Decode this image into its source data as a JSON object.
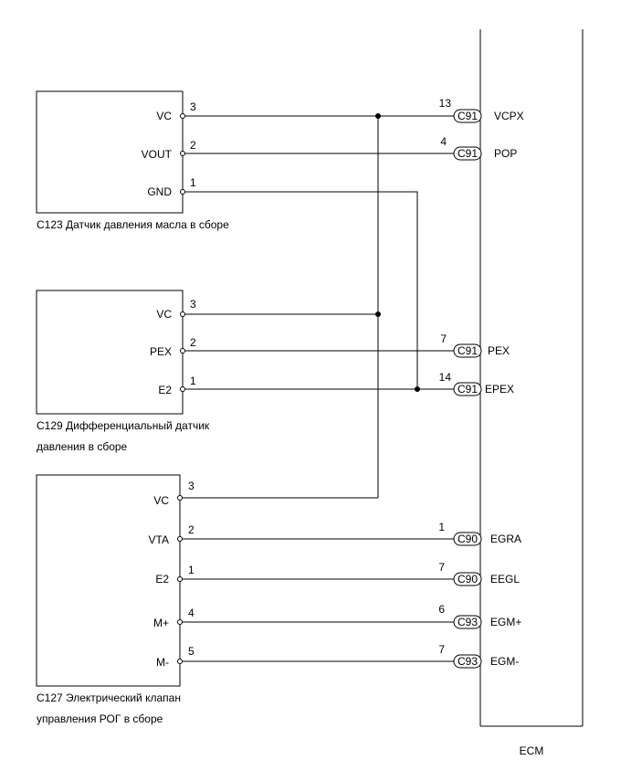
{
  "ecm": {
    "label": "ECM"
  },
  "components": [
    {
      "id": "c123",
      "caption": [
        "C123 Датчик давления масла в сборе"
      ],
      "pins": [
        {
          "name": "VC",
          "number": "3"
        },
        {
          "name": "VOUT",
          "number": "2"
        },
        {
          "name": "GND",
          "number": "1"
        }
      ]
    },
    {
      "id": "c129",
      "caption": [
        "C129 Дифференциальный датчик",
        "давления в сборе"
      ],
      "pins": [
        {
          "name": "VC",
          "number": "3"
        },
        {
          "name": "PEX",
          "number": "2"
        },
        {
          "name": "E2",
          "number": "1"
        }
      ]
    },
    {
      "id": "c127",
      "caption": [
        "C127 Электрический клапан",
        "управления РОГ в сборе"
      ],
      "pins": [
        {
          "name": "VC",
          "number": "3"
        },
        {
          "name": "VTA",
          "number": "2"
        },
        {
          "name": "E2",
          "number": "1"
        },
        {
          "name": "M+",
          "number": "4"
        },
        {
          "name": "M-",
          "number": "5"
        }
      ]
    }
  ],
  "ecm_terminals": [
    {
      "connector": "C91",
      "pin": "13",
      "signal": "VCPX"
    },
    {
      "connector": "C91",
      "pin": "4",
      "signal": "POP"
    },
    {
      "connector": "C91",
      "pin": "7",
      "signal": "PEX"
    },
    {
      "connector": "C91",
      "pin": "14",
      "signal": "EPEX"
    },
    {
      "connector": "C90",
      "pin": "1",
      "signal": "EGRA"
    },
    {
      "connector": "C90",
      "pin": "7",
      "signal": "EEGL"
    },
    {
      "connector": "C93",
      "pin": "6",
      "signal": "EGM+"
    },
    {
      "connector": "C93",
      "pin": "7",
      "signal": "EGM-"
    }
  ]
}
